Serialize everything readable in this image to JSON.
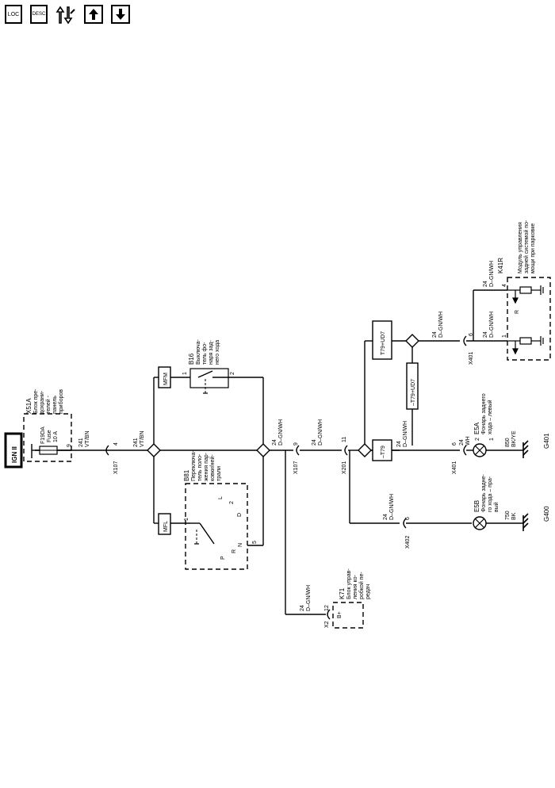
{
  "toolbar": {
    "loc_label": "LOC",
    "desc_label": "DESC",
    "buttons": [
      "location-button",
      "description-button",
      "connector-button",
      "page-up-button",
      "page-down-button"
    ]
  },
  "ign": "IGN II",
  "fuse_block": {
    "code": "X51A",
    "desc": [
      "Блок пре-",
      "дохрани-",
      "телей -",
      "панель",
      "приборов"
    ],
    "fuse": "F19DA",
    "fuse_word": "Fuse",
    "amp": "10 A",
    "pin": "9"
  },
  "wires": {
    "w241_a": "241",
    "vtbn_a": "VT/BN",
    "w241_b": "241",
    "vtbn_b": "VT/BN",
    "w24_dgnwh_1": "24",
    "dgnwh_1": "D–GN/WH",
    "w24_dgnwh_2": "24",
    "dgnwh_2": "D–GN/WH",
    "w24_dgnwh_3": "24",
    "dgnwh_3": "D–GN/WH",
    "w24_dgnwh_4": "24",
    "dgnwh_4": "D–GN/WH",
    "w24_dgnwh_5": "24",
    "dgnwh_5": "D–GN/WH",
    "w24_dgnwh_6": "24",
    "dgnwh_6": "D–GN/WH",
    "w24_dgnwh_7": "24",
    "dgnwh_7": "D–GN/WH",
    "w24_dgnwh_8": "24",
    "dgnwh_8": "D–GN/WH",
    "w24_wh": "24",
    "wh": "WH",
    "w850": "850",
    "bkye": "BK/YE",
    "w750": "750",
    "bk": "BK"
  },
  "connectors": {
    "x107_a": "X107",
    "x107_a_pin": "4",
    "x107_b": "X107",
    "x107_b_pin": "9",
    "x201": "X201",
    "x201_pin": "11",
    "x401_a": "X401",
    "x401_a_pin": "6",
    "x401_b": "X401",
    "x401_b_pin": "6",
    "x402": "X402",
    "x402_pin": "6",
    "x2": "X2",
    "x2_pin": "12"
  },
  "b81": {
    "code": "B81",
    "desc": [
      "Переключа-",
      "тель поло-",
      "жения пар-",
      "ковки/ней-",
      "трали"
    ],
    "pin1": "1",
    "pin5": "5",
    "p": "P",
    "r": "R",
    "n": "N",
    "l": "L",
    "d": "D",
    "two": "2"
  },
  "b16": {
    "code": "B16",
    "desc": [
      "Выключа-",
      "тель фо-",
      "наря зад-",
      "него хода"
    ],
    "pin1": "1",
    "pin2": "2"
  },
  "mfl": "MFL",
  "mfm": "MFM",
  "t79_ud7": "T79+UD7",
  "minus_t79_ud7": "–T79+UD7",
  "minus_t79": "–T79",
  "k41r": {
    "code": "K41R",
    "desc": [
      "Модуль управления",
      "задней системой по-",
      "мощи при парковке"
    ],
    "pin4": "4",
    "pin1": "1",
    "r": "R"
  },
  "k71": {
    "code": "K71",
    "desc": [
      "Блок управ-",
      "ления ко-",
      "робкой пе-",
      "редач"
    ],
    "bplus": "B+"
  },
  "e5a": {
    "code": "E5A",
    "desc": [
      "Фонарь заднего",
      "хода – левый"
    ],
    "pin2": "2",
    "pin1": "1"
  },
  "e5b": {
    "code": "E5B",
    "desc": [
      "Фонарь задне-",
      "го хода – пра-",
      "вый"
    ]
  },
  "grounds": {
    "g401": "G401",
    "g400": "G400"
  }
}
